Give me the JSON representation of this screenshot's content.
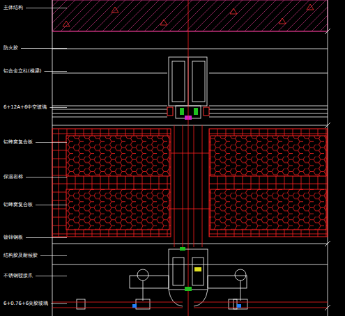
{
  "diagram": {
    "labels": [
      "主体结构",
      "防火胶",
      "铝合金立柱(横梁)",
      "6+12A+6中空玻璃",
      "铝蜂窝复合板",
      "保温岩棉",
      "铝蜂窝复合板",
      "镀锌钢板",
      "结构胶及耐候胶",
      "不锈钢驳接爪",
      "6+0.76+6夹胶玻璃"
    ]
  }
}
